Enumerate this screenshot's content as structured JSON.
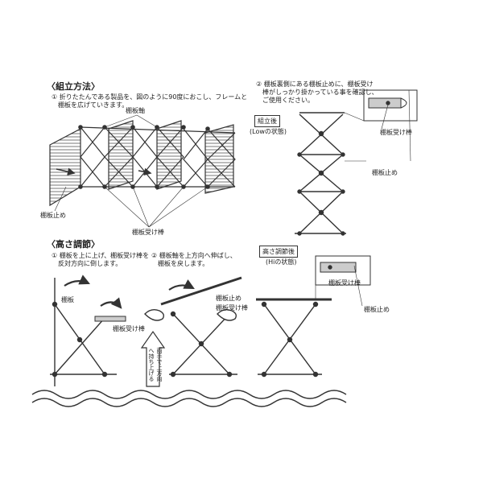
{
  "assembly": {
    "heading": "〈組立方法〉",
    "step1": [
      "① 折りたたんである製品を、図のように90度におこし、フレームと",
      "棚板を広げていきます。"
    ],
    "label_shaft": "棚板軸",
    "label_stopper": "棚板止め",
    "label_receiver": "棚板受け棒",
    "step2": [
      "② 棚板裏側にある棚板止めに、棚板受け",
      "棒がしっかり掛かっている事を確認し、",
      "ご使用ください。"
    ],
    "after_box": "組立後",
    "after_state": "(Lowの状態)",
    "detail_receiver": "棚板受け棒",
    "detail_stopper": "棚板止め"
  },
  "height": {
    "heading": "〈高さ調節〉",
    "step1": [
      "① 棚板を上に上げ、棚板受け棒を",
      "反対方向に倒します。"
    ],
    "step2": [
      "② 棚板軸を上方向へ伸ばし、",
      "棚板を戻します。"
    ],
    "label_shelf": "棚板",
    "label_receiver1": "棚板受け棒",
    "label_stopper2": "棚板止め",
    "label_receiver2": "棚板受け棒",
    "vertical_note": "両手で上方向へ持ち上げる",
    "after_box": "高さ調節後",
    "after_state": "(Hiの状態)",
    "detail_receiver": "棚板受け棒",
    "detail_stopper": "棚板止め"
  },
  "icons": [
    "arrow-icon",
    "hand-icon",
    "wave-icon"
  ]
}
